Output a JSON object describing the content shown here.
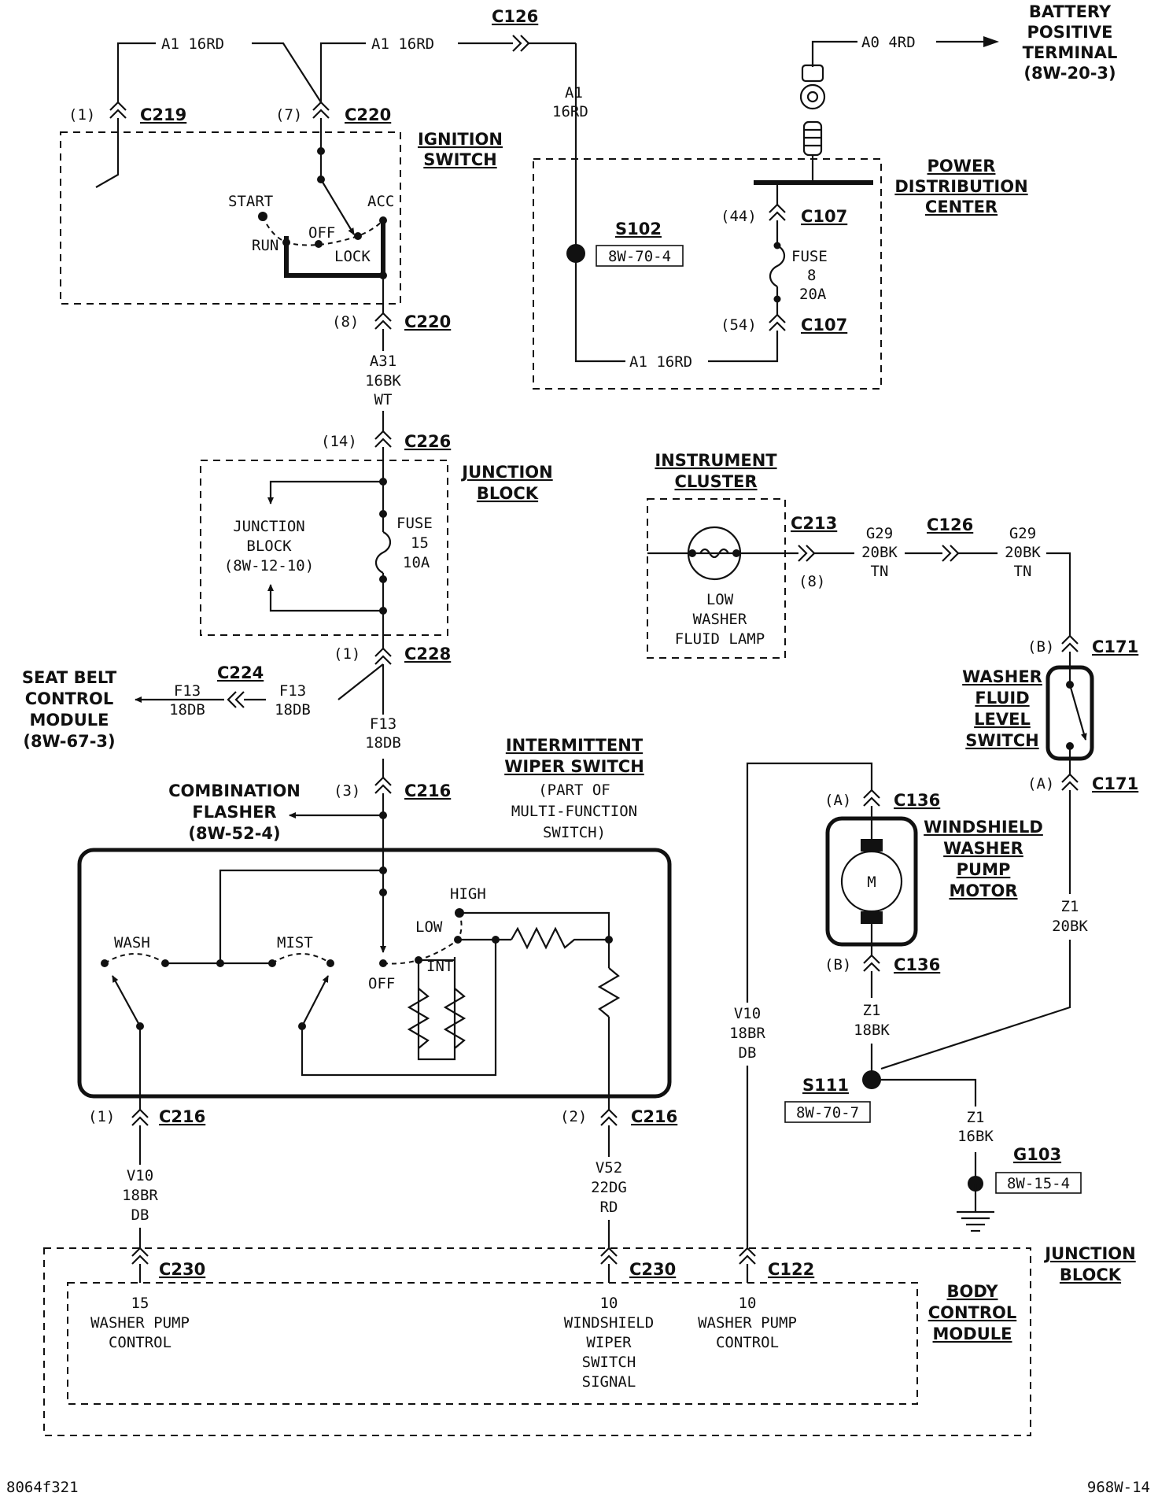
{
  "battery": {
    "title1": "BATTERY",
    "title2": "POSITIVE",
    "title3": "TERMINAL",
    "ref": "(8W-20-3)",
    "wire": "A0 4RD"
  },
  "pdc": {
    "title1": "POWER",
    "title2": "DISTRIBUTION",
    "title3": "CENTER",
    "pin_in": "(44)",
    "pin_out": "(54)",
    "connector": "C107",
    "fuse_label": "FUSE",
    "fuse_num": "8",
    "fuse_amps": "20A",
    "out_wire": "A1 16RD",
    "splice": "S102",
    "splice_ref": "8W-70-4"
  },
  "top_wires": {
    "a1_left": "A1 16RD",
    "a1_mid": "A1 16RD",
    "connector_c126": "C126",
    "a1_v1": "A1",
    "a1_v2": "16RD"
  },
  "ignition": {
    "title1": "IGNITION",
    "title2": "SWITCH",
    "pin_c219": "(1)",
    "c219": "C219",
    "pin_c220_in": "(7)",
    "c220": "C220",
    "start": "START",
    "acc": "ACC",
    "off": "OFF",
    "run": "RUN",
    "lock": "LOCK",
    "pin_c220_out": "(8)",
    "wire1": "A31",
    "wire2": "16BK",
    "wire3": "WT"
  },
  "junction_top": {
    "pin_c226": "(14)",
    "c226": "C226",
    "title1": "JUNCTION",
    "title2": "BLOCK",
    "inner1": "JUNCTION",
    "inner2": "BLOCK",
    "inner3": "(8W-12-10)",
    "fuse_label": "FUSE",
    "fuse_num": "15",
    "fuse_amps": "10A",
    "pin_c228": "(1)",
    "c228": "C228"
  },
  "seat_belt": {
    "title1": "SEAT BELT",
    "title2": "CONTROL",
    "title3": "MODULE",
    "ref": "(8W-67-3)",
    "c224": "C224",
    "wire_l1": "F13",
    "wire_l2": "18DB",
    "wire_r1": "F13",
    "wire_r2": "18DB",
    "wire_v1": "F13",
    "wire_v2": "18DB"
  },
  "flasher": {
    "title1": "COMBINATION",
    "title2": "FLASHER",
    "ref": "(8W-52-4)",
    "pin_c216": "(3)",
    "c216": "C216"
  },
  "wiper_switch": {
    "title1": "INTERMITTENT",
    "title2": "WIPER SWITCH",
    "sub1": "(PART OF",
    "sub2": "MULTI-FUNCTION",
    "sub3": "SWITCH)",
    "wash": "WASH",
    "mist": "MIST",
    "high": "HIGH",
    "low": "LOW",
    "int": "INT",
    "off": "OFF",
    "pin_left": "(1)",
    "pin_right": "(2)",
    "c216": "C216"
  },
  "left_wire": {
    "l1": "V10",
    "l2": "18BR",
    "l3": "DB"
  },
  "mid_wire": {
    "l1": "V52",
    "l2": "22DG",
    "l3": "RD"
  },
  "right_wire": {
    "l1": "V10",
    "l2": "18BR",
    "l3": "DB"
  },
  "cluster": {
    "title1": "INSTRUMENT",
    "title2": "CLUSTER",
    "c213": "C213",
    "pin": "(8)",
    "lamp1": "LOW",
    "lamp2": "WASHER",
    "lamp3": "FLUID LAMP",
    "g29_a1": "G29",
    "g29_a2": "20BK",
    "g29_a3": "TN",
    "c126": "C126",
    "g29_b1": "G29",
    "g29_b2": "20BK",
    "g29_b3": "TN"
  },
  "level_switch": {
    "title1": "WASHER",
    "title2": "FLUID",
    "title3": "LEVEL",
    "title4": "SWITCH",
    "pin_b": "(B)",
    "pin_a": "(A)",
    "c171": "C171",
    "wire1": "Z1",
    "wire2": "20BK"
  },
  "pump": {
    "title1": "WINDSHIELD",
    "title2": "WASHER",
    "title3": "PUMP",
    "title4": "MOTOR",
    "pin_a": "(A)",
    "pin_b": "(B)",
    "c136": "C136",
    "motor": "M",
    "wire1": "Z1",
    "wire2": "18BK"
  },
  "ground": {
    "splice": "S111",
    "splice_ref": "8W-70-7",
    "wire1": "Z1",
    "wire2": "16BK",
    "g103": "G103",
    "g_ref": "8W-15-4"
  },
  "bcm": {
    "jb1": "JUNCTION",
    "jb2": "BLOCK",
    "title1": "BODY",
    "title2": "CONTROL",
    "title3": "MODULE",
    "c230": "C230",
    "c122": "C122",
    "p1_num": "15",
    "p1_l1": "WASHER PUMP",
    "p1_l2": "CONTROL",
    "p2_num": "10",
    "p2_l1": "WINDSHIELD",
    "p2_l2": "WIPER",
    "p2_l3": "SWITCH",
    "p2_l4": "SIGNAL",
    "p3_num": "10",
    "p3_l1": "WASHER PUMP",
    "p3_l2": "CONTROL"
  },
  "footer": {
    "left": "8064f321",
    "right": "968W-14"
  }
}
